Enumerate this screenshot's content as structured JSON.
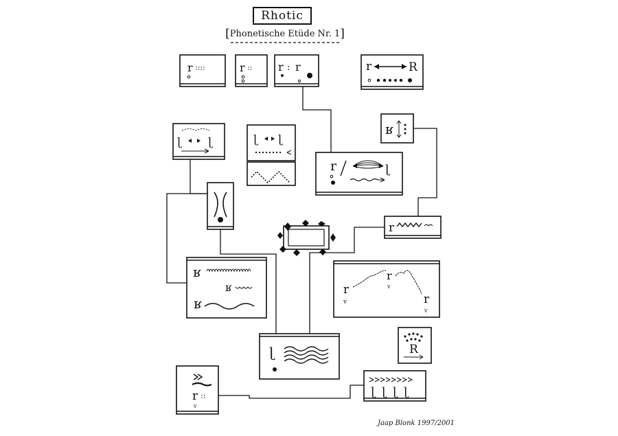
{
  "title": "Rhotic",
  "subtitle": "Phonetische Etüde Nr. 1",
  "subtitle_open": "[",
  "subtitle_close": "]",
  "signature": "Jaap Blonk 1997/2001",
  "glyphs": {
    "r_small": "r",
    "r_tap": "ɾ",
    "r_upper": "R",
    "r_fricative": "ʁ",
    "r_retroflex": "ɭ",
    "colon_dots": "::::",
    "colon_short": "::",
    "colon": ":",
    "v_mark": "v"
  }
}
